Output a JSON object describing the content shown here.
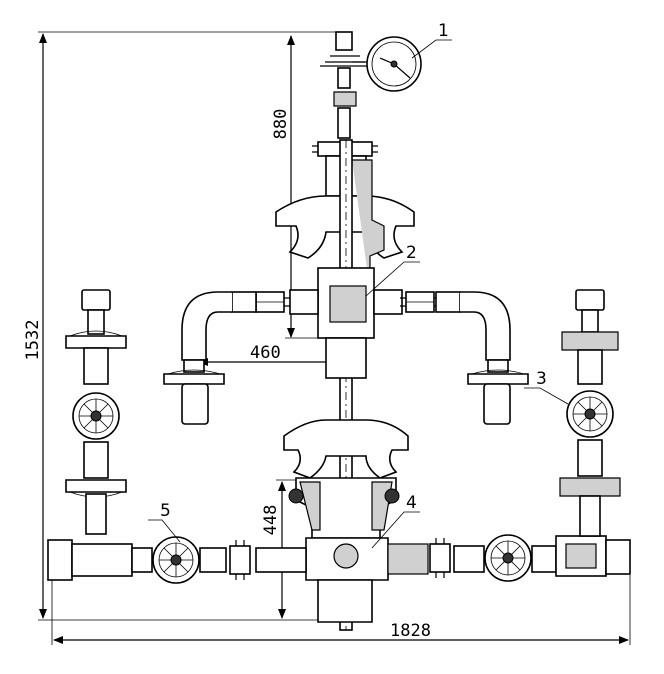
{
  "dimensions": {
    "total_height": "1532",
    "upper_height": "880",
    "side_offset": "460",
    "lower_height": "448",
    "total_width": "1828"
  },
  "callouts": [
    "1",
    "2",
    "3",
    "4",
    "5"
  ],
  "colors": {
    "ink": "#000000",
    "paper": "#ffffff",
    "hatch": "#d0d0d0"
  },
  "icons": [
    "pressure-gauge-icon",
    "handwheel-icon"
  ]
}
